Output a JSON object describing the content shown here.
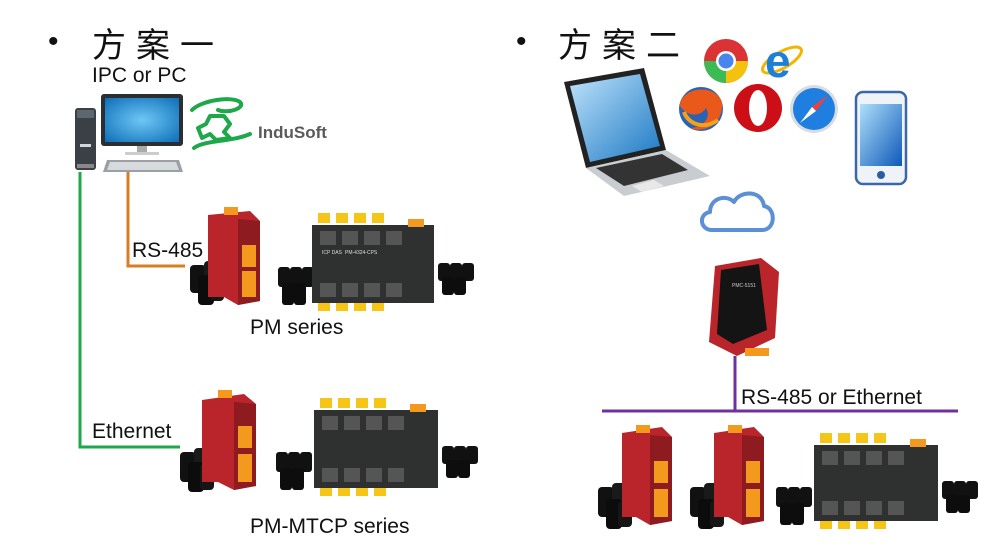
{
  "plan1": {
    "title": "方案一",
    "host_label": "IPC or PC",
    "software_logo_text": "InduSoft",
    "rs485_label": "RS-485",
    "pm_series_label": "PM series",
    "ethernet_label": "Ethernet",
    "pm_mtcp_series_label": "PM-MTCP series",
    "colors": {
      "rs485_line": "#d97c26",
      "ethernet_line": "#1fa84a",
      "induSoft_green": "#1fa84a"
    }
  },
  "plan2": {
    "title": "方案二",
    "browsers": [
      "chrome-icon",
      "internet-explorer-icon",
      "firefox-icon",
      "opera-icon",
      "safari-icon"
    ],
    "gateway_model": "PMC-5151",
    "bus_label": "RS-485 or Ethernet",
    "colors": {
      "bus_line": "#7030a0",
      "cloud": "#5b8fd6"
    }
  },
  "devices": {
    "meter_model": "PM-4324-CPS",
    "brand": "ICP DAS"
  }
}
